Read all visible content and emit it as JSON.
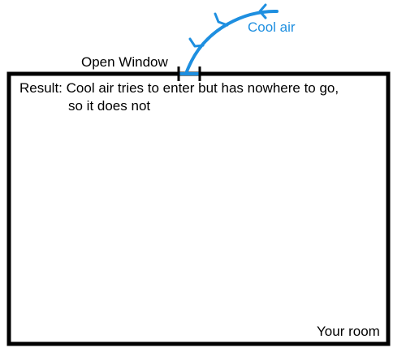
{
  "labels": {
    "open_window": "Open Window",
    "cool_air": "Cool air",
    "result_line1": "Result: Cool air tries to enter but has nowhere to go,",
    "result_line2": "so it does not",
    "your_room": "Your room"
  },
  "colors": {
    "wall": "#000000",
    "air": "#1e8fe0",
    "air_text": "#1e8fe0",
    "text": "#000000"
  }
}
